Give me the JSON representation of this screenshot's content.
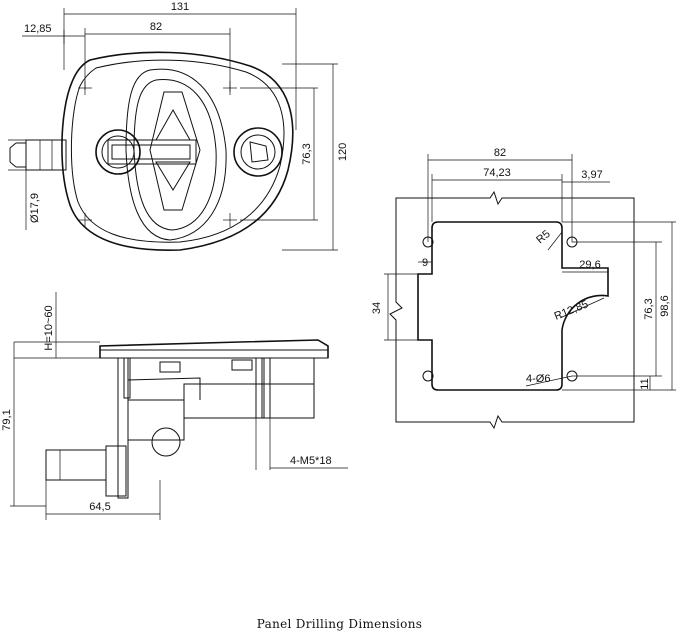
{
  "caption": "Panel Drilling Dimensions",
  "front_view": {
    "dim_width": "131",
    "dim_offset": "12,85",
    "dim_hole_spacing": "82",
    "dim_height": "120",
    "dim_hole_vertical": "76,3",
    "dim_tube_dia": "Ø17,9"
  },
  "side_view": {
    "dim_panel_thickness": "H=10~60",
    "dim_total_height": "79,1",
    "dim_depth": "64,5",
    "dim_screws": "4-M5*18"
  },
  "cutout": {
    "dim_hole_spacing": "82",
    "dim_cutout_width": "74,23",
    "dim_edge_offset": "3,97",
    "dim_corner_radius": "R5",
    "dim_step": "9",
    "dim_notch_width": "29,6",
    "dim_notch_radius": "R12,85",
    "dim_left_height": "34",
    "dim_hole_vertical": "76,3",
    "dim_cutout_height": "98,6",
    "dim_bottom_offset": "11",
    "dim_holes": "4-Ø6"
  }
}
